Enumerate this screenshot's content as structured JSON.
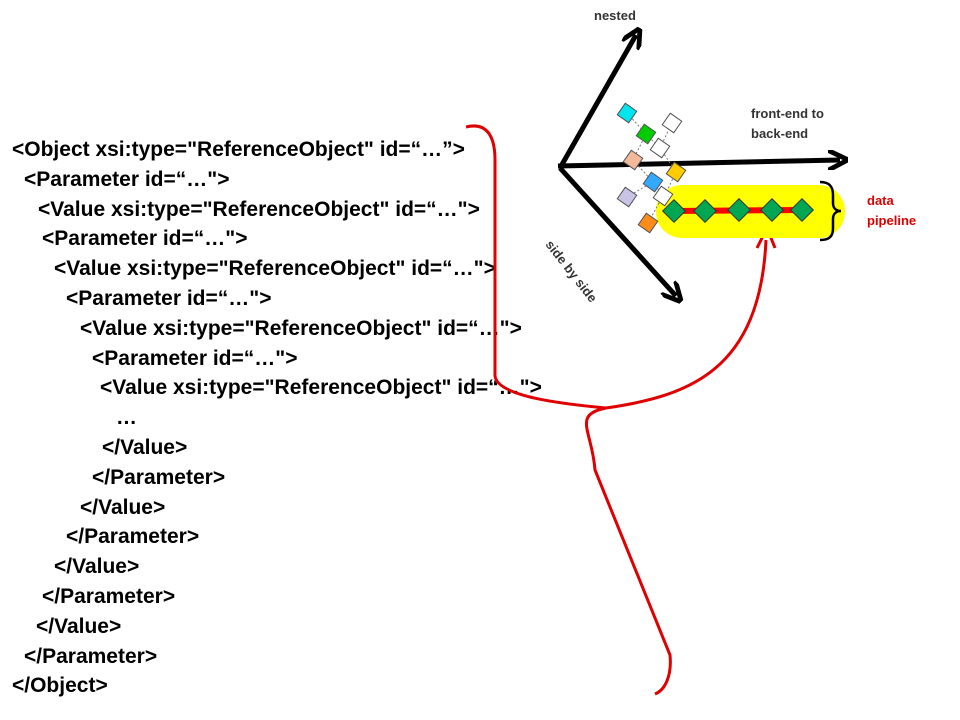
{
  "code_lines": [
    "<Object xsi:type=\"ReferenceObject\" id=“…”>",
    "<Parameter id=“…\">",
    "<Value xsi:type=\"ReferenceObject\" id=“…\">",
    "<Parameter id=“…\">",
    "<Value xsi:type=\"ReferenceObject\" id=“…\">",
    "<Parameter id=“…\">",
    "<Value xsi:type=\"ReferenceObject\" id=“…\">",
    "<Parameter id=“…\">",
    "<Value xsi:type=\"ReferenceObject\" id=“…\">",
    "…",
    "</Value>",
    "</Parameter>",
    "</Value>",
    "</Parameter>",
    "</Value>",
    "</Parameter>",
    "</Value>",
    "</Parameter>",
    "</Object>"
  ],
  "axes": {
    "nested": "nested",
    "front_end": "front-end to\nback-end",
    "side_by_side": "side by side"
  },
  "pipeline_label": "data\npipeline",
  "colors": {
    "text": "#000000",
    "arrow": "#000000",
    "bracket": "#e00000",
    "pipeline_highlight": "#ffff00",
    "pipeline_label": "#e00000",
    "pipeline_node": "#00a651",
    "pipeline_link": "#ff0000"
  }
}
